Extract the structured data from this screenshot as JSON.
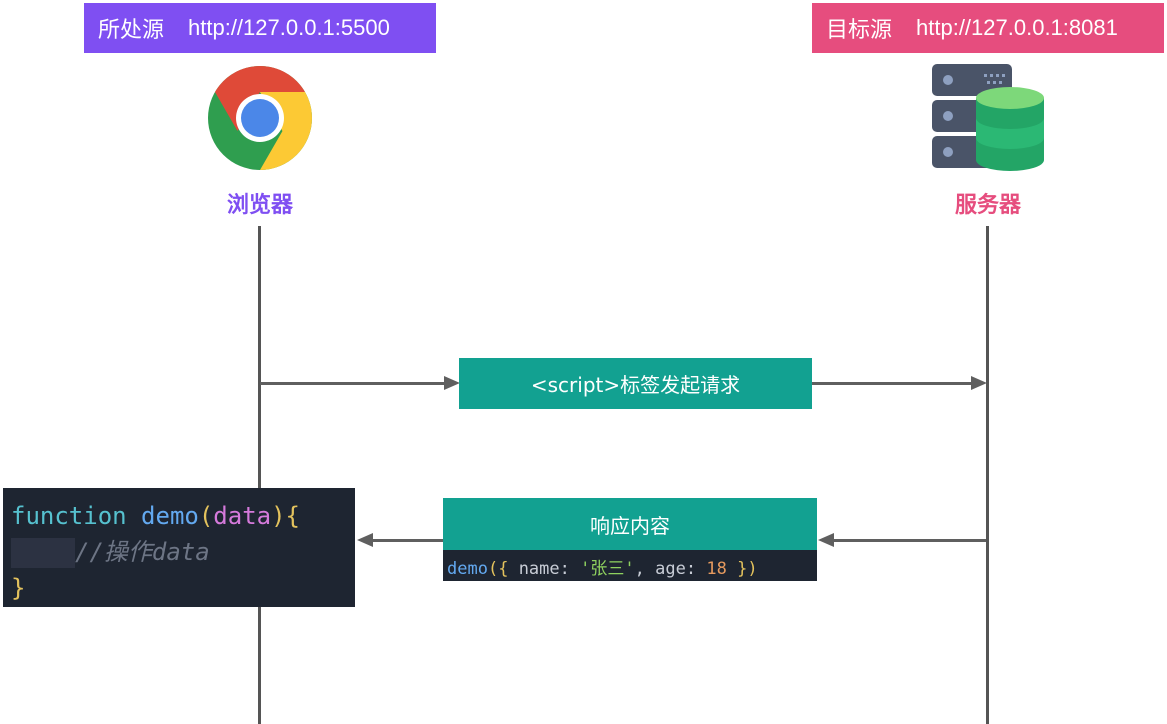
{
  "source_origin": {
    "label": "所处源",
    "url": "http://127.0.0.1:5500",
    "color": "#7f4ff2"
  },
  "target_origin": {
    "label": "目标源",
    "url": "http://127.0.0.1:8081",
    "color": "#e64d7e"
  },
  "browser": {
    "icon": "chrome-icon",
    "label": "浏览器",
    "label_color": "#7f4ff2"
  },
  "server": {
    "icon": "server-database-icon",
    "label": "服务器",
    "label_color": "#e64d7e"
  },
  "request": {
    "label": "<script>标签发起请求",
    "color": "#12a191"
  },
  "response": {
    "label": "响应内容",
    "code": {
      "fn": "demo",
      "open": "({",
      "key1": "name",
      "colon": ":",
      "val1": "'张三'",
      "comma": ",",
      "key2": "age",
      "val2": "18",
      "close": "})"
    }
  },
  "client_code": {
    "keyword": "function",
    "fn": "demo",
    "param": "data",
    "open_paren": "(",
    "close_paren": ")",
    "open_brace": "{",
    "comment": "//操作data",
    "close_brace": "}"
  }
}
